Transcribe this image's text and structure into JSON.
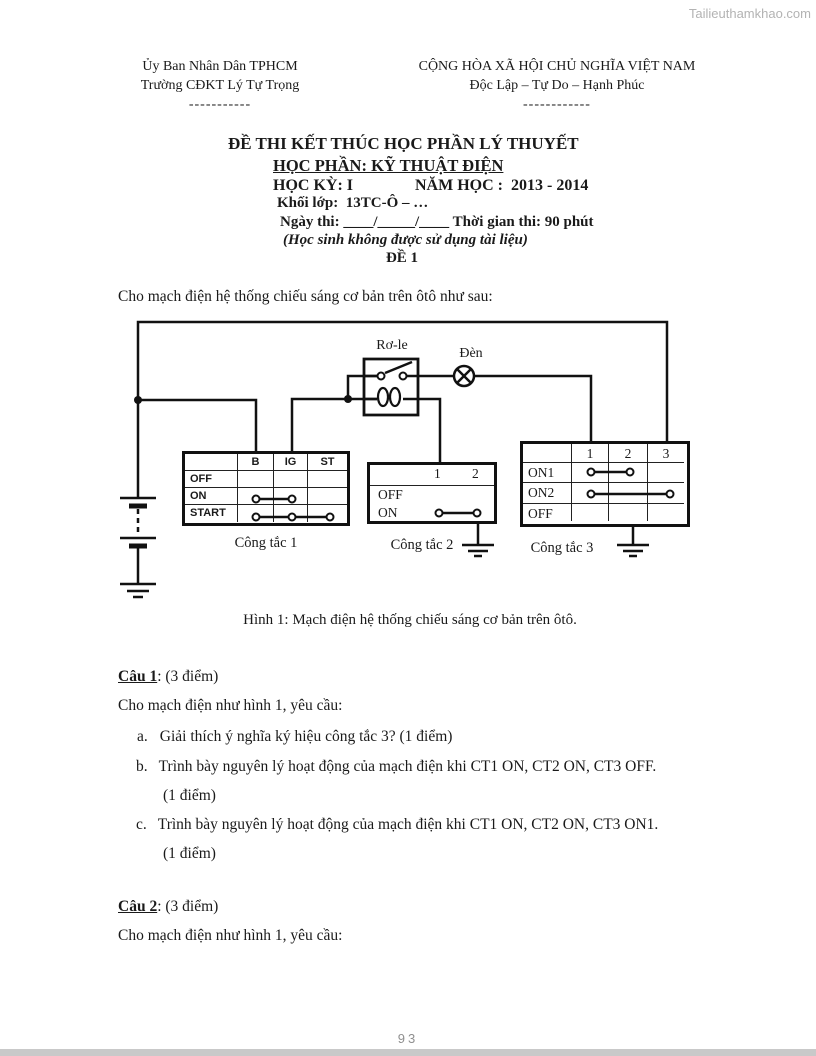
{
  "watermark": "Tailieuthamkhao.com",
  "page_number": "93",
  "header": {
    "left": [
      "Ủy Ban Nhân Dân TPHCM",
      "Trường CĐKT Lý Tự Trọng",
      "-----------"
    ],
    "right": [
      "CỘNG HÒA XÃ HỘI CHỦ NGHĨA VIỆT NAM",
      "Độc Lập – Tự Do – Hạnh Phúc",
      "------------"
    ]
  },
  "title": {
    "line1": "ĐỀ THI KẾT THÚC HỌC PHẦN LÝ THUYẾT",
    "line2": "HỌC PHẦN: KỸ THUẬT ĐIỆN",
    "line3a": "HỌC KỲ: I",
    "line3b": "NĂM HỌC :  2013 - 2014",
    "line4": "Khối lớp:  13TC-Ô – …",
    "line5": "Ngày thi: ____/_____/____ Thời gian thi: 90 phút",
    "line6": "(Học sinh không được sử dụng tài liệu)",
    "line7": "ĐỀ 1"
  },
  "intro": "Cho mạch điện hệ thống chiếu sáng cơ bản trên ôtô như sau:",
  "diagram": {
    "relay_label": "Rơ-le",
    "lamp_label": "Đèn",
    "switch1": {
      "caption": "Công tắc 1",
      "headers": [
        "",
        "B",
        "IG",
        "ST"
      ],
      "rows": [
        "OFF",
        "ON",
        "START"
      ],
      "connections": [
        {
          "row": "ON",
          "cols": [
            "B",
            "IG"
          ]
        },
        {
          "row": "START",
          "cols": [
            "B",
            "IG",
            "ST"
          ]
        }
      ]
    },
    "switch2": {
      "caption": "Công tắc 2",
      "headers": [
        "1",
        "2"
      ],
      "rows": [
        "OFF",
        "ON"
      ],
      "connections": [
        {
          "row": "ON",
          "cols": [
            "1",
            "2"
          ]
        }
      ]
    },
    "switch3": {
      "caption": "Công tắc 3",
      "headers": [
        "",
        "1",
        "2",
        "3"
      ],
      "rows": [
        "ON1",
        "ON2",
        "OFF"
      ],
      "connections": [
        {
          "row": "ON1",
          "cols": [
            "1",
            "2"
          ]
        },
        {
          "row": "ON2",
          "cols": [
            "1",
            "3"
          ]
        }
      ]
    }
  },
  "figure_caption": "Hình 1: Mạch điện hệ thống chiếu sáng cơ bản trên ôtô.",
  "questions": {
    "cau1": {
      "label": "Câu 1",
      "points": ": (3 điểm)",
      "intro": "Cho mạch điện như hình 1, yêu cầu:",
      "a_marker": "a.",
      "a_text": "Giải thích ý nghĩa ký hiệu công tắc 3? (1 điểm)",
      "b_marker": "b.",
      "b_text": "Trình bày nguyên lý hoạt động của mạch điện khi CT1 ON, CT2 ON, CT3 OFF.",
      "b_note": "(1 điểm)",
      "c_marker": "c.",
      "c_text": "Trình bày nguyên lý hoạt động của mạch điện khi CT1 ON, CT2 ON, CT3 ON1.",
      "c_note": "(1 điểm)"
    },
    "cau2": {
      "label": "Câu 2",
      "points": ": (3 điểm)",
      "intro": "Cho mạch điện như hình 1, yêu cầu:"
    }
  }
}
